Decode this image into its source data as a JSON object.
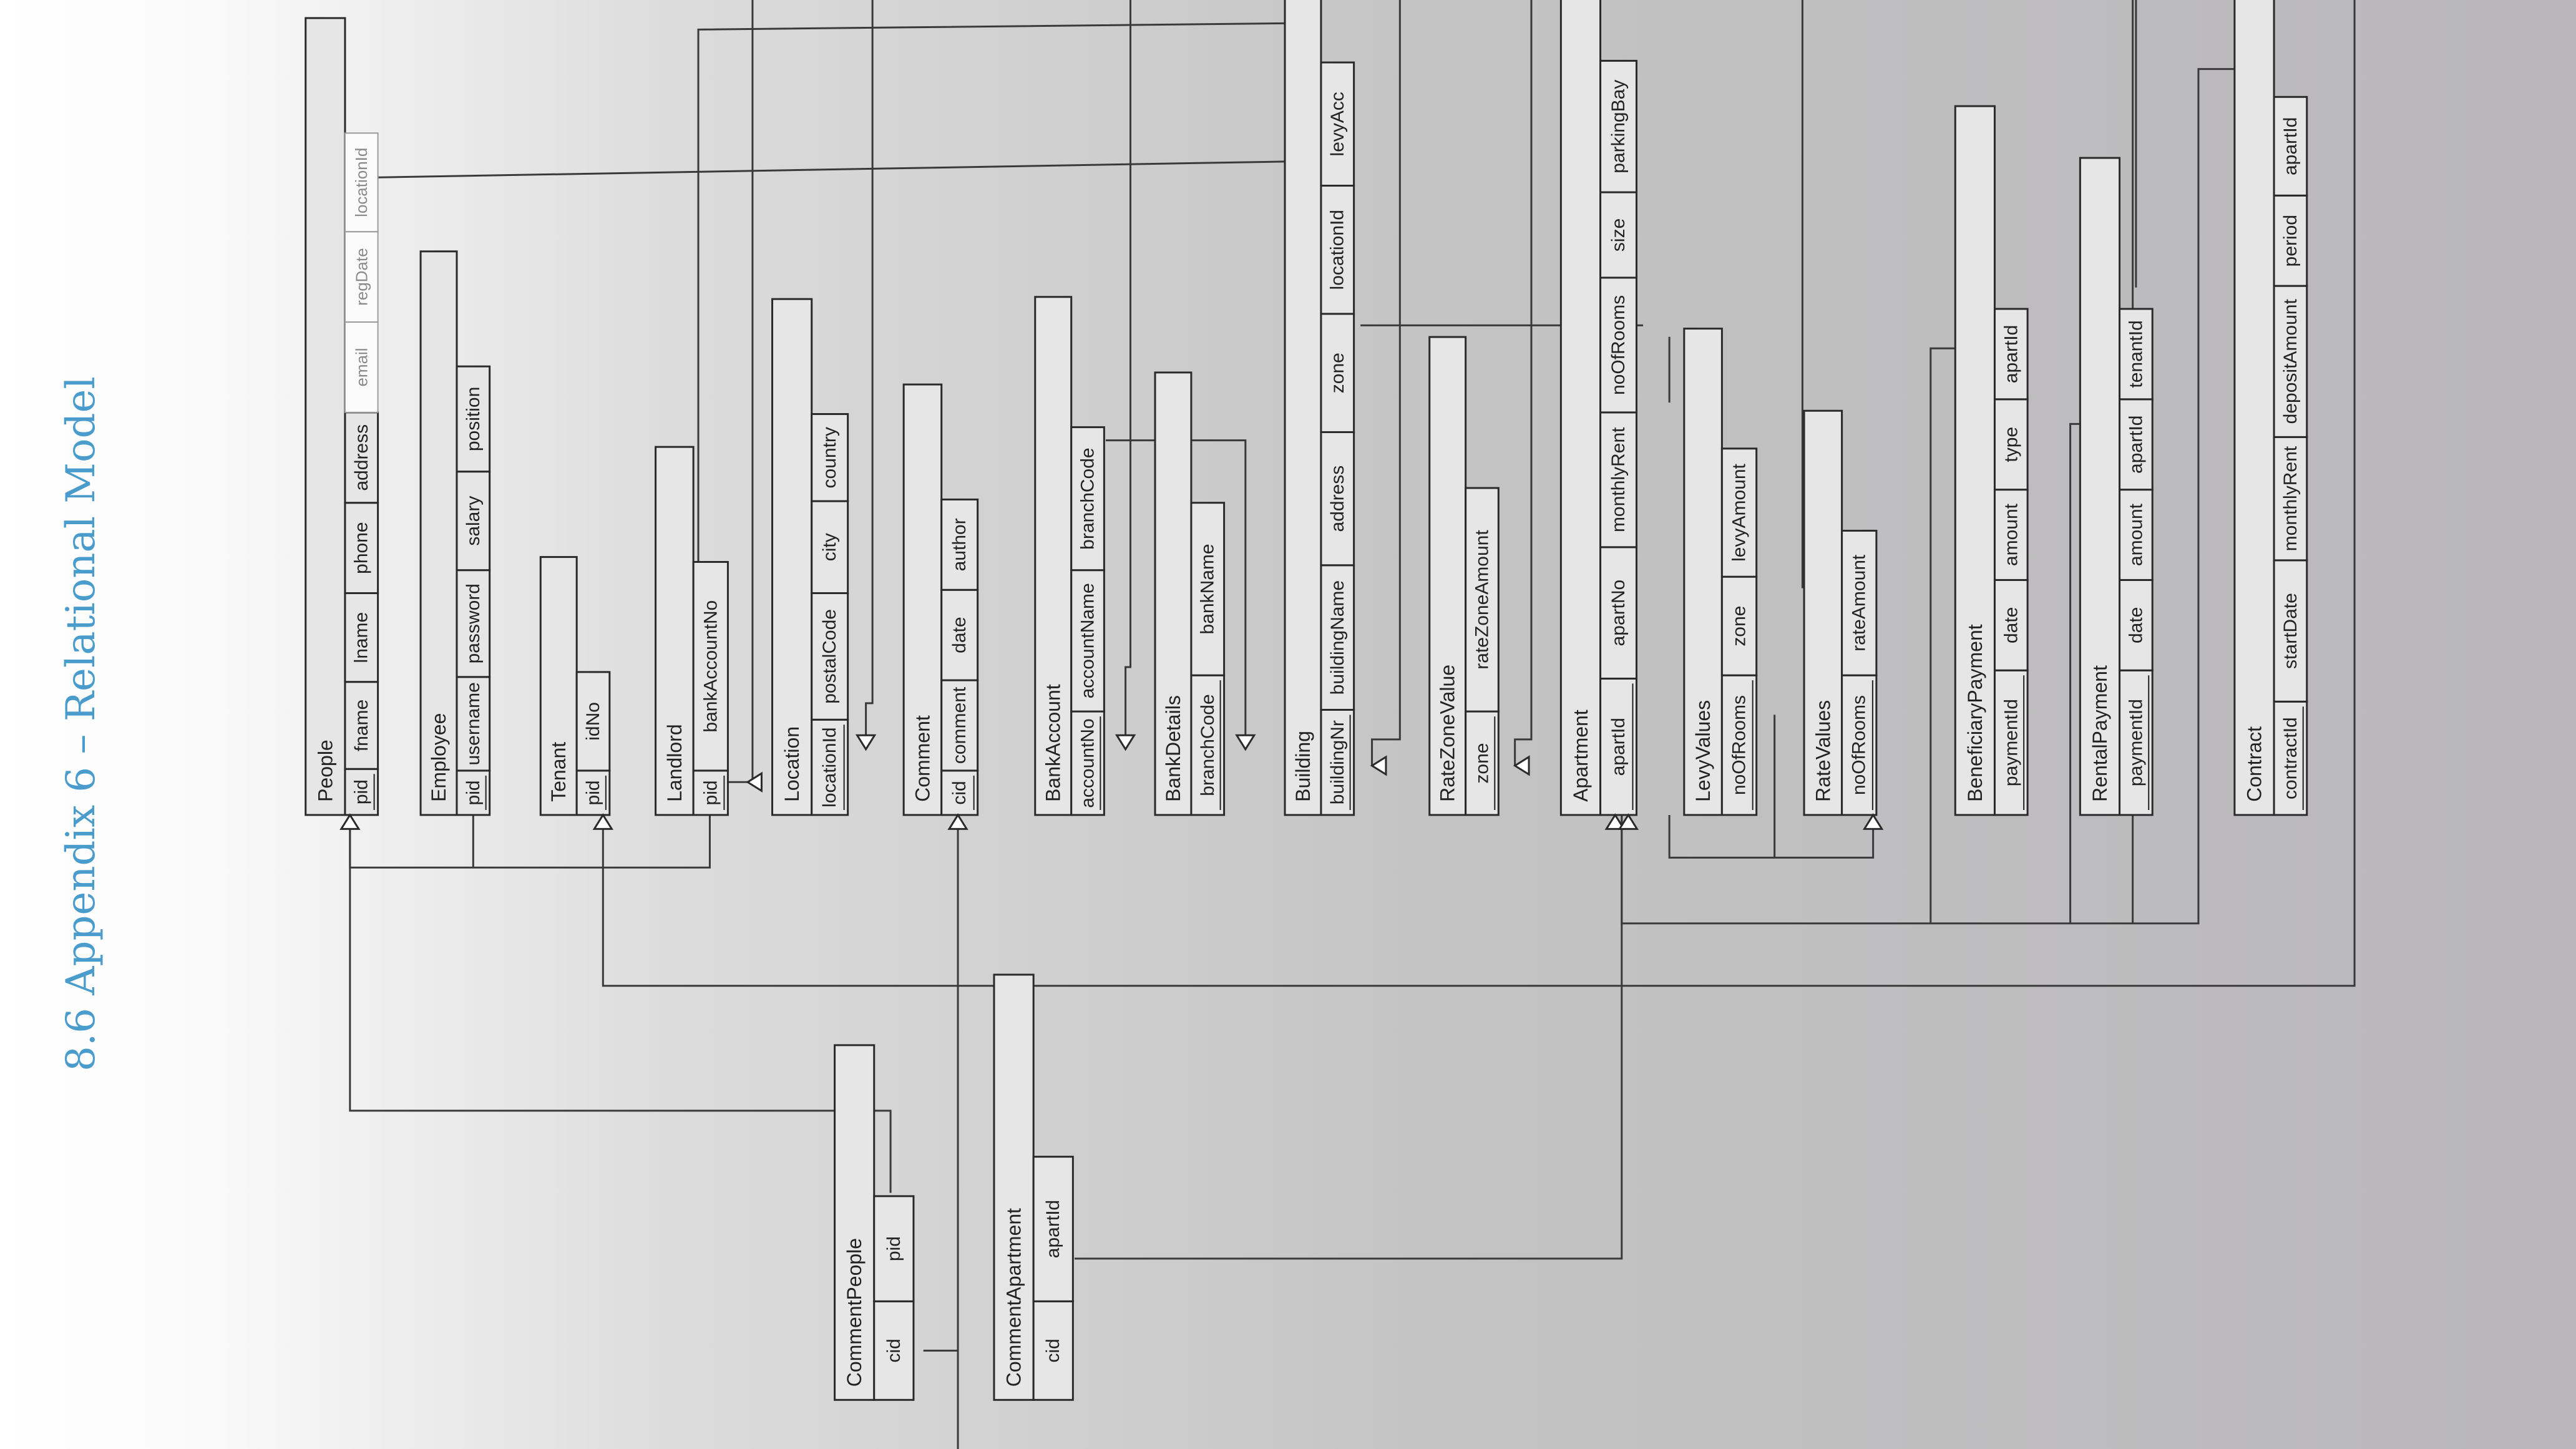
{
  "heading": {
    "text": "8.6 Appendix 6 – Relational Model"
  },
  "tables": [
    {
      "id": "people",
      "name": "People",
      "columns": [
        "pid",
        "fname",
        "lname",
        "phone",
        "address",
        "email",
        "regDate",
        "locationId"
      ],
      "keys": [
        0
      ]
    },
    {
      "id": "employee",
      "name": "Employee",
      "columns": [
        "pid",
        "username",
        "password",
        "salary",
        "position"
      ],
      "keys": [
        0
      ]
    },
    {
      "id": "tenant",
      "name": "Tenant",
      "columns": [
        "pid",
        "idNo"
      ],
      "keys": [
        0
      ]
    },
    {
      "id": "landlord",
      "name": "Landlord",
      "columns": [
        "pid",
        "bankAccountNo"
      ],
      "keys": [
        0
      ]
    },
    {
      "id": "location",
      "name": "Location",
      "columns": [
        "locationId",
        "postalCode",
        "city",
        "country"
      ],
      "keys": [
        0
      ]
    },
    {
      "id": "comment",
      "name": "Comment",
      "columns": [
        "cid",
        "comment",
        "date",
        "author"
      ],
      "keys": [
        0
      ]
    },
    {
      "id": "bankaccount",
      "name": "BankAccount",
      "columns": [
        "accountNo",
        "accountName",
        "branchCode"
      ],
      "keys": [
        0
      ]
    },
    {
      "id": "bankdetails",
      "name": "BankDetails",
      "columns": [
        "branchCode",
        "bankName"
      ],
      "keys": [
        0
      ]
    },
    {
      "id": "building",
      "name": "Building",
      "columns": [
        "buildingNr",
        "buildingName",
        "address",
        "zone",
        "locationId",
        "levyAcc"
      ],
      "keys": [
        0
      ]
    },
    {
      "id": "ratezonevalue",
      "name": "RateZoneValue",
      "columns": [
        "zone",
        "rateZoneAmount"
      ],
      "keys": [
        0
      ]
    },
    {
      "id": "apartment",
      "name": "Apartment",
      "columns": [
        "apartId",
        "apartNo",
        "monthlyRent",
        "noOfRooms",
        "size",
        "parkingBay"
      ],
      "keys": [
        0
      ]
    },
    {
      "id": "levyvalues",
      "name": "LevyValues",
      "columns": [
        "noOfRooms",
        "zone",
        "levyAmount"
      ],
      "keys": [
        0
      ]
    },
    {
      "id": "ratevalues",
      "name": "RateValues",
      "columns": [
        "noOfRooms",
        "rateAmount"
      ],
      "keys": [
        0
      ]
    },
    {
      "id": "beneficiarypayment",
      "name": "BeneficiaryPayment",
      "columns": [
        "paymentId",
        "date",
        "amount",
        "type",
        "apartId"
      ],
      "keys": [
        0
      ]
    },
    {
      "id": "rentalpayment",
      "name": "RentalPayment",
      "columns": [
        "paymentId",
        "date",
        "amount",
        "apartId",
        "tenantId"
      ],
      "keys": [
        0
      ]
    },
    {
      "id": "contract",
      "name": "Contract",
      "columns": [
        "contractId",
        "startDate",
        "monthlyRent",
        "depositAmount",
        "period",
        "apartId"
      ],
      "keys": [
        0
      ]
    },
    {
      "id": "commentpeople",
      "name": "CommentPeople",
      "columns": [
        "cid",
        "pid"
      ],
      "keys": []
    },
    {
      "id": "commentapartment",
      "name": "CommentApartment",
      "columns": [
        "cid",
        "apartId"
      ],
      "keys": []
    }
  ]
}
